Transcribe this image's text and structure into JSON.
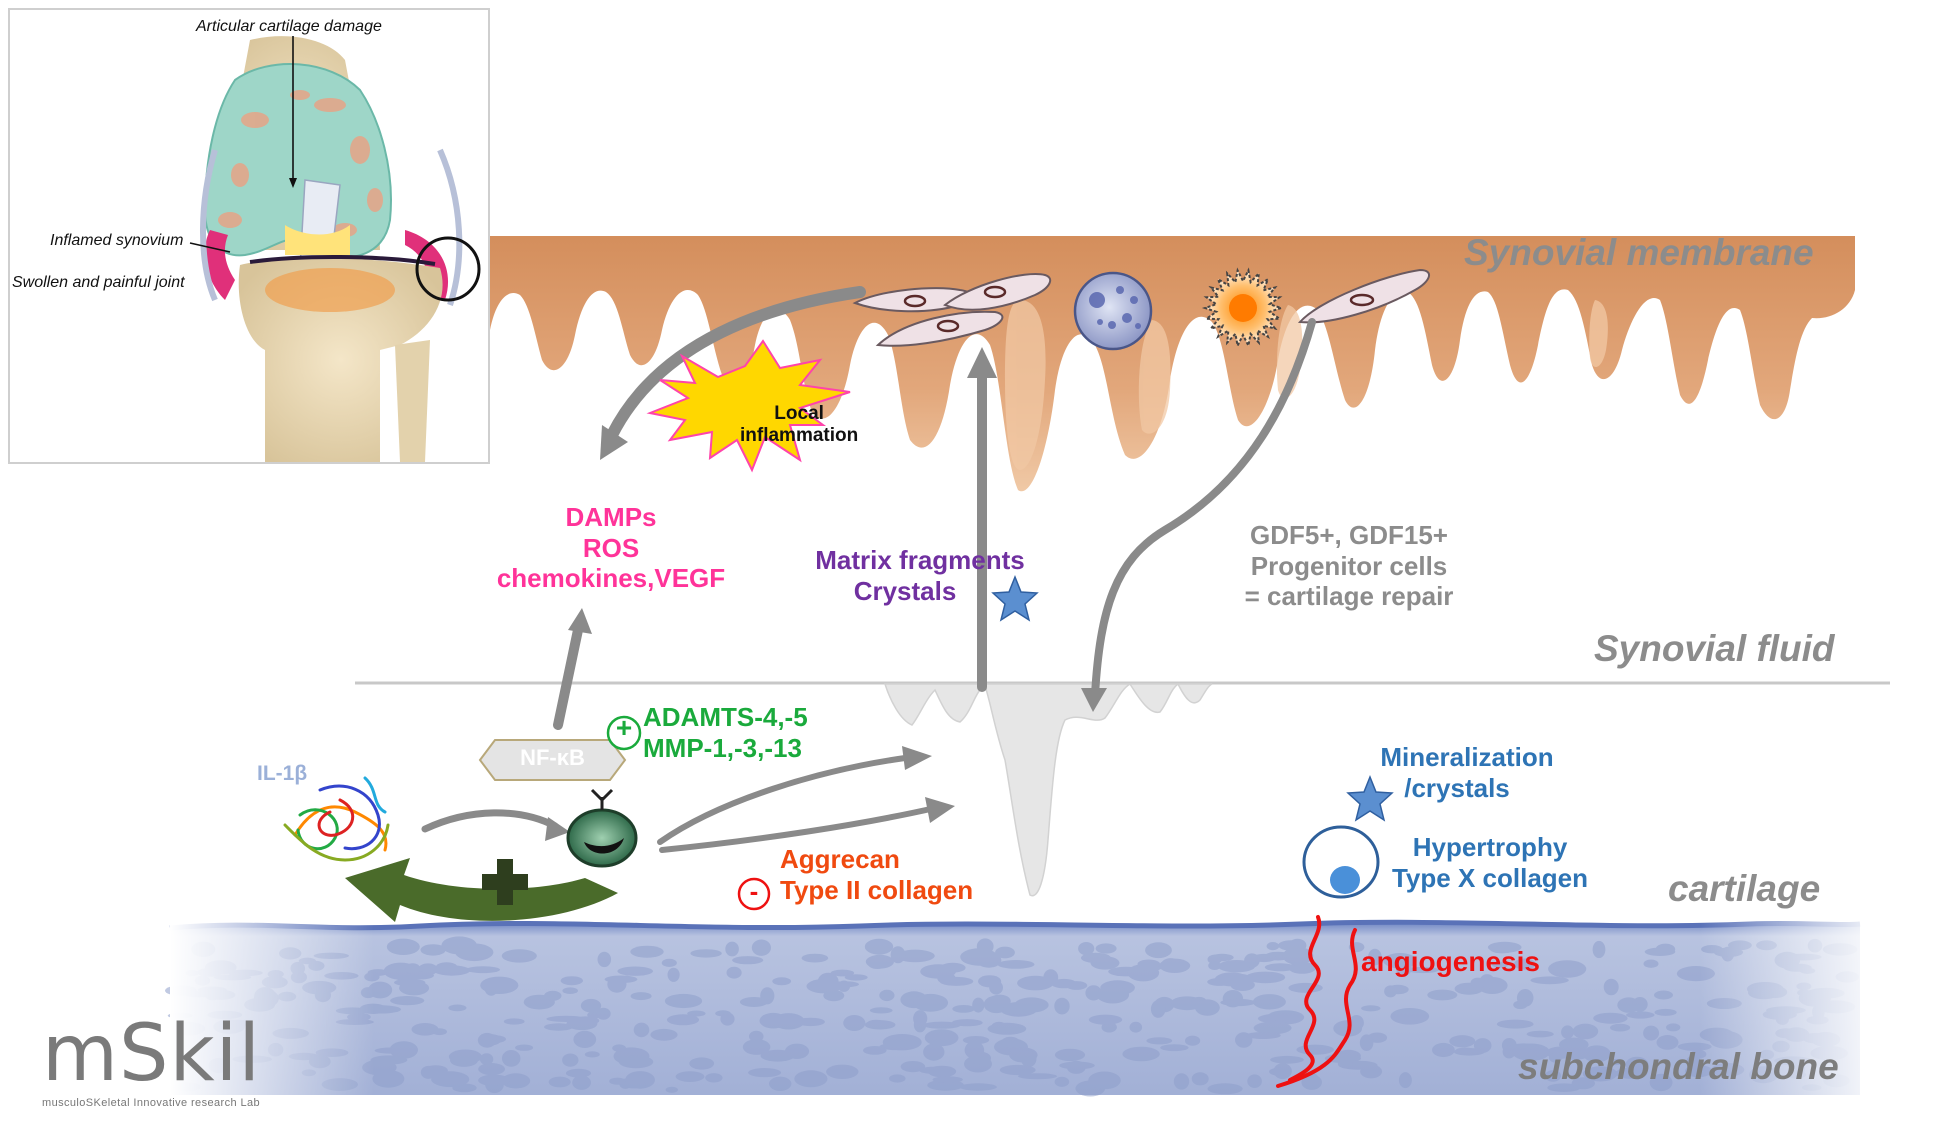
{
  "inset": {
    "articular_cartilage_damage": "Articular cartilage damage",
    "inflamed_synovium": "Inflamed synovium",
    "swollen_joint": "Swollen and painful joint"
  },
  "layers": {
    "synovial_membrane": "Synovial membrane",
    "synovial_fluid": "Synovial fluid",
    "cartilage": "cartilage",
    "subchondral_bone": "subchondral bone"
  },
  "local_inflammation": [
    "Local",
    "inflammation"
  ],
  "damps": [
    "DAMPs",
    "ROS",
    "chemokines,VEGF"
  ],
  "matrix": [
    "Matrix fragments",
    "Crystals"
  ],
  "gdf": [
    "GDF5+, GDF15+",
    "Progenitor cells",
    "= cartilage repair"
  ],
  "il1b": "IL-1β",
  "nfkb": "NF-κB",
  "plus_sign": "+",
  "minus_sign": "-",
  "enzymes": [
    "ADAMTS-4,-5",
    "MMP-1,-3,-13"
  ],
  "loss": [
    "Aggrecan",
    "Type II collagen"
  ],
  "mineralization": [
    "Mineralization",
    "/crystals"
  ],
  "hypertrophy": [
    "Hypertrophy",
    "Type X collagen"
  ],
  "angiogenesis": "angiogenesis",
  "brand": {
    "name": "mSkil",
    "subtitle": "musculoSKeletal Innovative research Lab"
  },
  "colors": {
    "membrane": "#d99a6c",
    "membrane_light": "#e8b48a",
    "bone": "#a9b7d8",
    "fluid_gap": "#e8e8e8",
    "arrow_gray": "#8a8a8a",
    "pink": "#ff3399",
    "purple": "#7030a0",
    "green": "#1aaa3c",
    "dark_green": "#4a6b2a",
    "red_orange": "#f04a10",
    "blue": "#2e74b5",
    "red": "#ee1111",
    "burst_fill": "#ffd700",
    "burst_stroke": "#ff44aa"
  }
}
